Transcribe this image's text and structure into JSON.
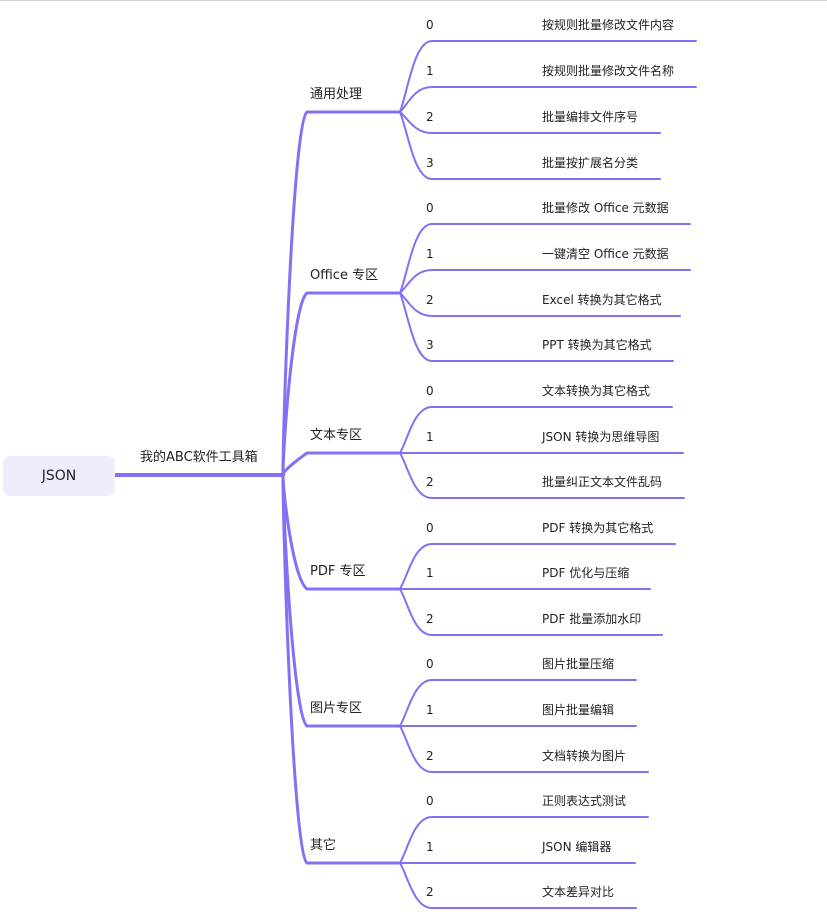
{
  "colors": {
    "branch": "#8470f5",
    "root_fill": "#efedfd",
    "text": "#222222"
  },
  "root": {
    "label": "JSON"
  },
  "title": "我的ABC软件工具箱",
  "sections": [
    {
      "label": "通用处理",
      "items": [
        {
          "index": "0",
          "label": "按规则批量修改文件内容"
        },
        {
          "index": "1",
          "label": "按规则批量修改文件名称"
        },
        {
          "index": "2",
          "label": "批量编排文件序号"
        },
        {
          "index": "3",
          "label": "批量按扩展名分类"
        }
      ]
    },
    {
      "label": "Office 专区",
      "items": [
        {
          "index": "0",
          "label": "批量修改 Office 元数据"
        },
        {
          "index": "1",
          "label": "一键清空 Office 元数据"
        },
        {
          "index": "2",
          "label": "Excel 转换为其它格式"
        },
        {
          "index": "3",
          "label": "PPT 转换为其它格式"
        }
      ]
    },
    {
      "label": "文本专区",
      "items": [
        {
          "index": "0",
          "label": "文本转换为其它格式"
        },
        {
          "index": "1",
          "label": "JSON 转换为思维导图"
        },
        {
          "index": "2",
          "label": "批量纠正文本文件乱码"
        }
      ]
    },
    {
      "label": "PDF 专区",
      "items": [
        {
          "index": "0",
          "label": "PDF 转换为其它格式"
        },
        {
          "index": "1",
          "label": "PDF 优化与压缩"
        },
        {
          "index": "2",
          "label": "PDF 批量添加水印"
        }
      ]
    },
    {
      "label": "图片专区",
      "items": [
        {
          "index": "0",
          "label": "图片批量压缩"
        },
        {
          "index": "1",
          "label": "图片批量编辑"
        },
        {
          "index": "2",
          "label": "文档转换为图片"
        }
      ]
    },
    {
      "label": "其它",
      "items": [
        {
          "index": "0",
          "label": "正则表达式测试"
        },
        {
          "index": "1",
          "label": "JSON 编辑器"
        },
        {
          "index": "2",
          "label": "文本差异对比"
        }
      ]
    }
  ]
}
